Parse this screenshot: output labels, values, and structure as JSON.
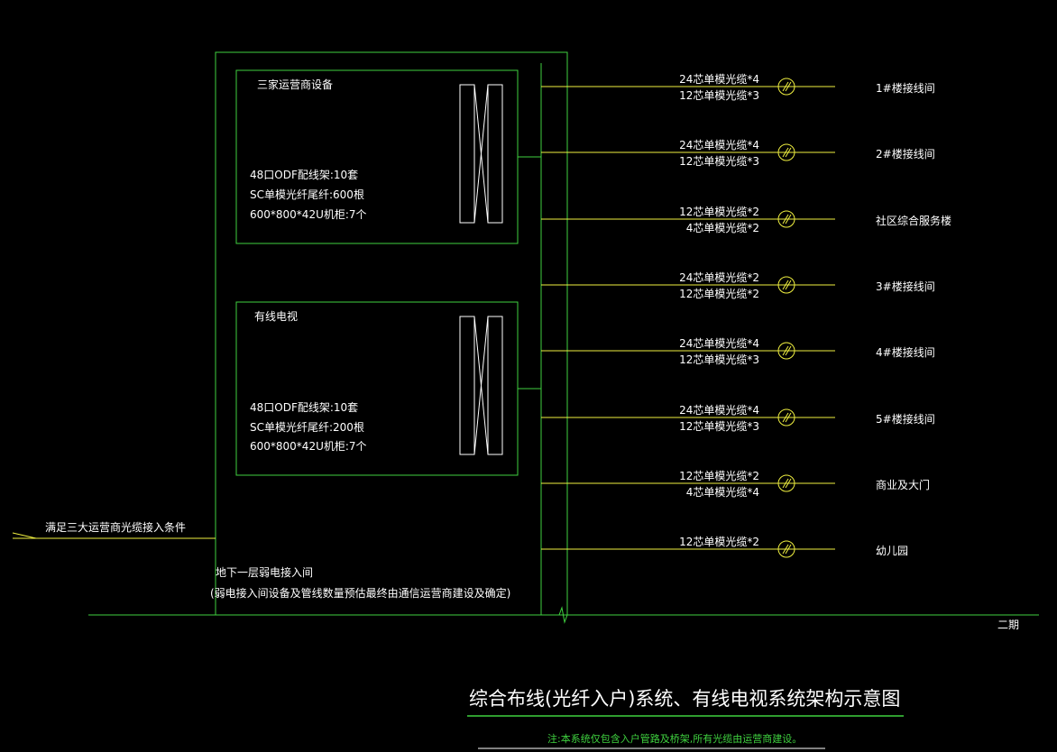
{
  "colors": {
    "background": "#000000",
    "green": "#3fd13f",
    "yellow": "#f0f040",
    "white": "#ffffff",
    "title_green": "#3fd13f"
  },
  "equipment_boxes": [
    {
      "title": "三家运营商设备",
      "lines": [
        "48口ODF配线架:10套",
        "SC单模光纤尾纤:600根",
        "600*800*42U机柜:7个"
      ]
    },
    {
      "title": "有线电视",
      "lines": [
        "48口ODF配线架:10套",
        "SC单模光纤尾纤:200根",
        "600*800*42U机柜:7个"
      ]
    }
  ],
  "branches": [
    {
      "cable_top": "24芯单模光缆*4",
      "cable_bottom": "12芯单模光缆*3",
      "destination": "1#楼接线间"
    },
    {
      "cable_top": "24芯单模光缆*4",
      "cable_bottom": "12芯单模光缆*3",
      "destination": "2#楼接线间"
    },
    {
      "cable_top": "12芯单模光缆*2",
      "cable_bottom": "4芯单模光缆*2",
      "destination": "社区综合服务楼"
    },
    {
      "cable_top": "24芯单模光缆*2",
      "cable_bottom": "12芯单模光缆*2",
      "destination": "3#楼接线间"
    },
    {
      "cable_top": "24芯单模光缆*4",
      "cable_bottom": "12芯单模光缆*3",
      "destination": "4#楼接线间"
    },
    {
      "cable_top": "24芯单模光缆*4",
      "cable_bottom": "12芯单模光缆*3",
      "destination": "5#楼接线间"
    },
    {
      "cable_top": "12芯单模光缆*2",
      "cable_bottom": "4芯单模光缆*4",
      "destination": "商业及大门"
    },
    {
      "cable_top": "12芯单模光缆*2",
      "cable_bottom": "",
      "destination": "幼儿园"
    }
  ],
  "incoming_label": "满足三大运营商光缆接入条件",
  "room_label": "地下一层弱电接入间",
  "room_note": "(弱电接入间设备及管线数量预估最终由通信运营商建设及确定)",
  "phase_label": "二期",
  "title": "综合布线(光纤入户)系统、有线电视系统架构示意图",
  "footnote": "注:本系统仅包含入户管路及桥架,所有光缆由运营商建设。"
}
